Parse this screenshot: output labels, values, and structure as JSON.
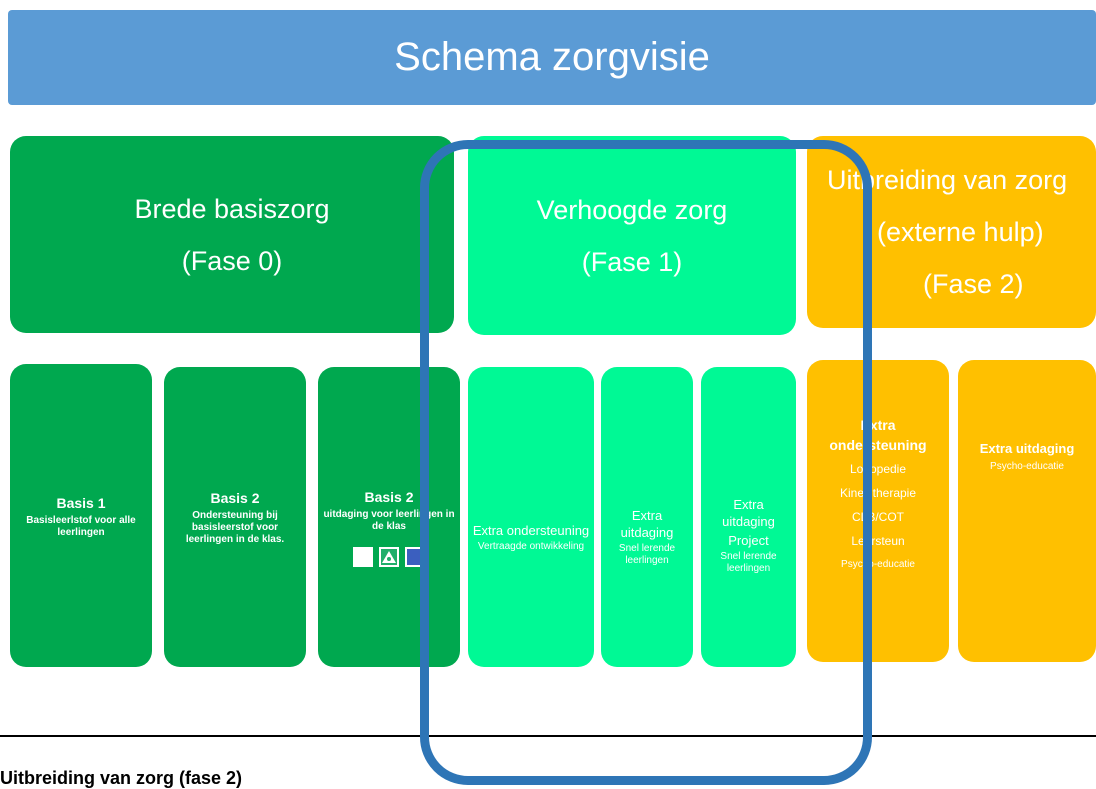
{
  "title": "Schema zorgvisie",
  "phases": [
    {
      "title": "Brede basiszorg",
      "phase": "(Fase 0)"
    },
    {
      "title": "Verhoogde zorg",
      "phase": "(Fase 1)"
    },
    {
      "title_line1": "Uitbreiding van zorg",
      "title_line2": "(externe hulp)",
      "phase": "(Fase 2)"
    }
  ],
  "subcards": {
    "basis1": {
      "title": "Basis 1",
      "text": "Basisleerlstof voor alle leerlingen"
    },
    "basis2a": {
      "title": "Basis 2",
      "text": "Ondersteuning bij basisleerstof voor leerlingen in de klas."
    },
    "basis2b": {
      "title": "Basis 2",
      "text": "uitdaging voor leerlingen in de klas"
    },
    "extra_ondersteuning": {
      "title": "Extra ondersteuning",
      "text": "Vertraagde ontwikkeling"
    },
    "extra_uitdaging": {
      "title": "Extra uitdaging",
      "text": "Snel lerende leerlingen"
    },
    "extra_uitdaging_project": {
      "title": "Extra uitdaging",
      "title2": "Project",
      "text": "Snel lerende leerlingen"
    },
    "extern_ondersteuning": {
      "title": "Extra ondersteuning",
      "items": [
        "Logopedie",
        "Kinesitherapie",
        "CLB/COT",
        "Leersteun",
        "Psycho-educatie"
      ]
    },
    "extern_uitdaging": {
      "title": "Extra uitdaging",
      "text": "Psycho-educatie"
    }
  },
  "bottom_heading": "Uitbreiding van zorg (fase 2)",
  "colors": {
    "banner": "#5b9bd5",
    "phase0": "#00a84f",
    "phase1": "#00f995",
    "phase2": "#ffc000",
    "highlight": "#2e75b6"
  }
}
